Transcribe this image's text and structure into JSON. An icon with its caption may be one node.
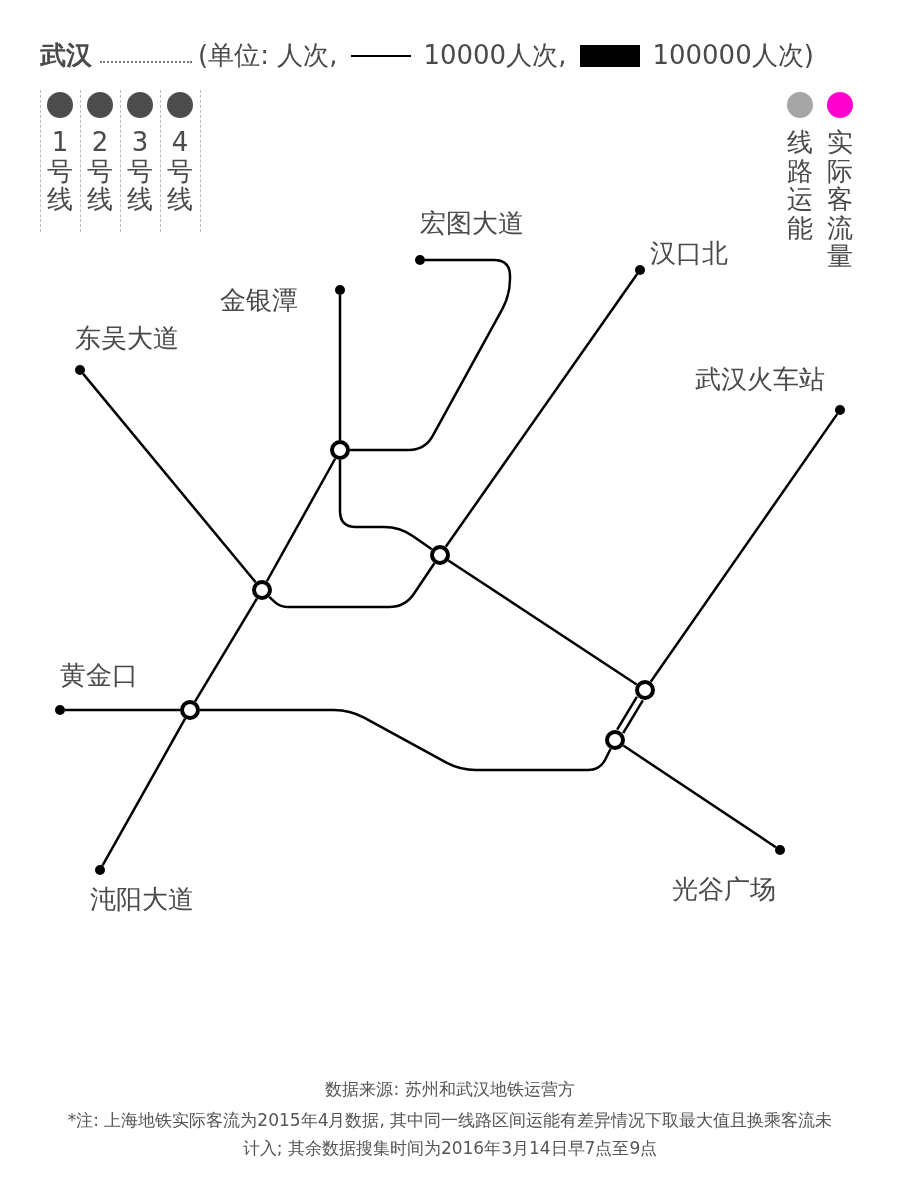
{
  "diagram": {
    "title": "武汉",
    "caption": "数据来源: 苏州和武汉地铁运营方",
    "nodes": [
      {
        "text": [],
        "shape": "circle",
        "beside": [
          "宏图大道"
        ]
      },
      {
        "text": [],
        "shape": "circle",
        "beside": [
          "汉口北"
        ]
      },
      {
        "text": [],
        "shape": "circle",
        "beside": [
          "金银潭"
        ]
      },
      {
        "text": [],
        "shape": "circle",
        "beside": [
          "东吴大道"
        ]
      },
      {
        "text": [],
        "shape": "circle",
        "beside": [
          "武汉火车站"
        ]
      },
      {
        "text": [],
        "shape": "circle"
      },
      {
        "text": [],
        "shape": "circle"
      },
      {
        "text": [],
        "shape": "circle"
      },
      {
        "text": [],
        "shape": "circle"
      },
      {
        "text": [],
        "shape": "circle",
        "beside": [
          "黄金口"
        ]
      },
      {
        "text": [],
        "shape": "circle"
      },
      {
        "text": [],
        "shape": "circle"
      },
      {
        "text": [],
        "shape": "circle",
        "beside": [
          "光谷广场"
        ]
      },
      {
        "text": [],
        "shape": "circle",
        "beside": [
          "沌阳大道"
        ]
      }
    ],
    "edges": [
      {
        "from": 0,
        "to": 5,
        "arrow": "none"
      },
      {
        "from": 2,
        "to": 5,
        "arrow": "none"
      },
      {
        "from": 5,
        "to": 6,
        "arrow": "none"
      },
      {
        "from": 5,
        "to": 7,
        "arrow": "none"
      },
      {
        "from": 1,
        "to": 6,
        "arrow": "none"
      },
      {
        "from": 6,
        "to": 7,
        "arrow": "none"
      },
      {
        "from": 3,
        "to": 7,
        "arrow": "none"
      },
      {
        "from": 7,
        "to": 10,
        "arrow": "none"
      },
      {
        "from": 10,
        "to": 13,
        "arrow": "none"
      },
      {
        "from": 9,
        "to": 10,
        "arrow": "none"
      },
      {
        "from": 10,
        "to": 11,
        "arrow": "none"
      },
      {
        "from": 6,
        "to": 8,
        "arrow": "none"
      },
      {
        "from": 4,
        "to": 8,
        "arrow": "none"
      },
      {
        "from": 8,
        "to": 11,
        "arrow": "none"
      },
      {
        "from": 8,
        "to": 11,
        "arrow": "none"
      },
      {
        "from": 11,
        "to": 12,
        "arrow": "none"
      }
    ],
    "labels": [
      "(单位: 人次,",
      "*注: 上海地铁实际客流为2015年4月数据, 其中同一线路区间运能有差异情况下取最大值且换乘客流未计入; 其余数据搜集时间为2016年3月14日早7点至9点"
    ],
    "legend": [
      {
        "text": "10000人次,"
      },
      {
        "text": "100000人次)",
        "color": "#000000"
      },
      {
        "text": "1号线",
        "color": "#4d4d4d"
      },
      {
        "text": "2号线",
        "color": "#4d4d4d"
      },
      {
        "text": "3号线",
        "color": "#4d4d4d"
      },
      {
        "text": "4号线",
        "color": "#4d4d4d"
      },
      {
        "text": "线路运能",
        "color": "#a6a6a6"
      },
      {
        "text": "实际客流量",
        "color": "#ff00cc"
      }
    ]
  }
}
